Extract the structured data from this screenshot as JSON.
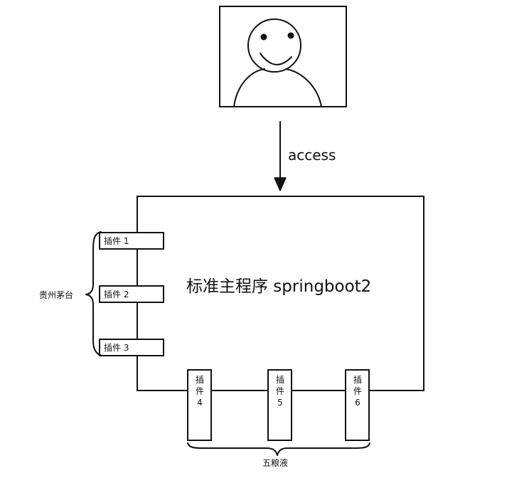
{
  "user_icon": "smiley-user-icon",
  "arrow_label": "access",
  "main_box_label": "标准主程序 springboot2",
  "left_plugins": [
    {
      "label": "插件 1"
    },
    {
      "label": "插件 2"
    },
    {
      "label": "插件 3"
    }
  ],
  "bottom_plugins": [
    {
      "lines": [
        "插",
        "件",
        "4"
      ]
    },
    {
      "lines": [
        "插",
        "件",
        "5"
      ]
    },
    {
      "lines": [
        "插",
        "件",
        "6"
      ]
    }
  ],
  "left_group_label": "贵州茅台",
  "bottom_group_label": "五粮液",
  "colors": {
    "stroke": "#111111",
    "background": "#ffffff"
  }
}
